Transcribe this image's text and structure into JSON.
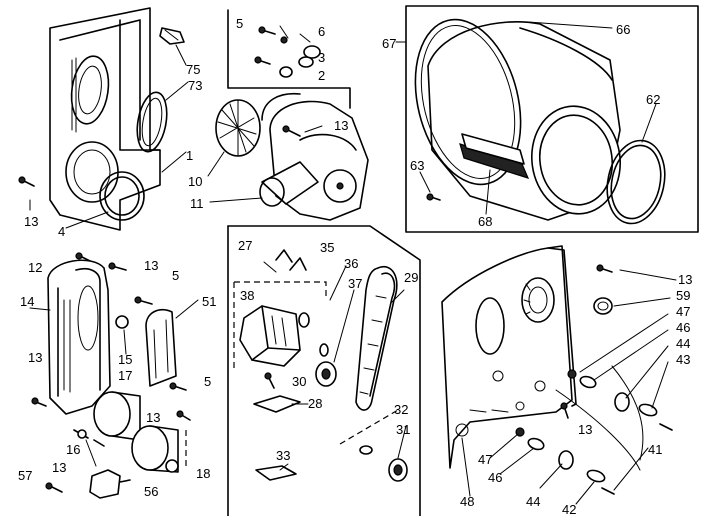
{
  "callouts": {
    "c2": "2",
    "c3": "3",
    "c4": "4",
    "c5a": "5",
    "c5b": "5",
    "c5c": "5",
    "c6": "6",
    "c10": "10",
    "c11": "11",
    "c12": "12",
    "c13a": "13",
    "c13b": "13",
    "c13c": "13",
    "c13d": "13",
    "c13e": "13",
    "c13f": "13",
    "c13g": "13",
    "c13h": "13",
    "c14": "14",
    "c15": "15",
    "c16": "16",
    "c17": "17",
    "c18": "18",
    "c27": "27",
    "c28": "28",
    "c29": "29",
    "c30": "30",
    "c31": "31",
    "c32": "32",
    "c33": "33",
    "c35": "35",
    "c36": "36",
    "c37": "37",
    "c38": "38",
    "c41": "41",
    "c42": "42",
    "c43": "43",
    "c44a": "44",
    "c44b": "44",
    "c46a": "46",
    "c46b": "46",
    "c47a": "47",
    "c47b": "47",
    "c48": "48",
    "c51": "51",
    "c56": "56",
    "c57": "57",
    "c59": "59",
    "c62": "62",
    "c63": "63",
    "c66": "66",
    "c67": "67",
    "c68": "68",
    "c73": "73",
    "c75": "75",
    "c1": "1"
  }
}
